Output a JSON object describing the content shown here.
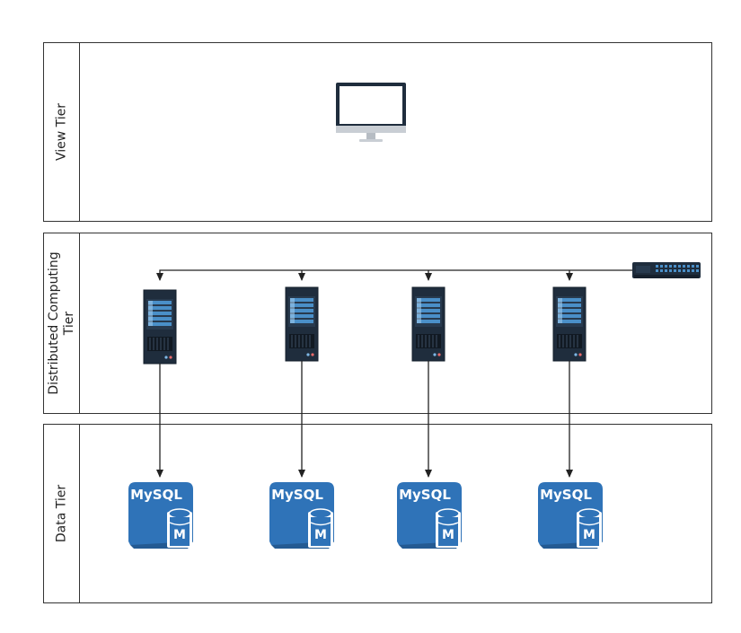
{
  "lanes": {
    "view": "View Tier",
    "compute_line1": "Distributed Computing",
    "compute_line2": "Tier",
    "data": "Data Tier"
  },
  "databases": [
    {
      "label": "MySQL",
      "badge": "M"
    },
    {
      "label": "MySQL",
      "badge": "M"
    },
    {
      "label": "MySQL",
      "badge": "M"
    },
    {
      "label": "MySQL",
      "badge": "M"
    }
  ],
  "icons": {
    "monitor": "monitor-icon",
    "switch": "network-switch-icon",
    "server": "server-tower-icon",
    "database": "mysql-database-icon"
  },
  "colors": {
    "border": "#333333",
    "server_dark": "#1f2d3d",
    "server_accent": "#4a8fc8",
    "mysql_blue": "#2f73b8",
    "connector": "#333333"
  }
}
